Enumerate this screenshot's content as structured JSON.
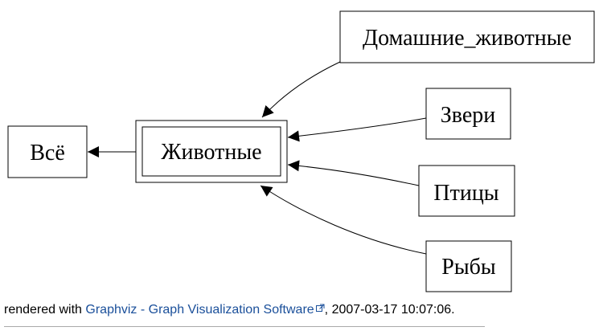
{
  "nodes": {
    "vse": "Всё",
    "zhivotnye": "Животные",
    "domashnie": "Домашние_животные",
    "zveri": "Звери",
    "ptitsy": "Птицы",
    "ryby": "Рыбы"
  },
  "edges": [
    {
      "from": "zhivotnye",
      "to": "vse"
    },
    {
      "from": "domashnie",
      "to": "zhivotnye"
    },
    {
      "from": "zveri",
      "to": "zhivotnye"
    },
    {
      "from": "ptitsy",
      "to": "zhivotnye"
    },
    {
      "from": "ryby",
      "to": "zhivotnye"
    }
  ],
  "caption": {
    "prefix": "rendered with ",
    "link_text": "Graphviz - Graph Visualization Software",
    "link_icon": "external-link-icon",
    "suffix": ", 2007-03-17 10:07:06."
  },
  "colors": {
    "link": "#1a4f9a",
    "stroke": "#000000",
    "divider": "#aaaaaa"
  }
}
